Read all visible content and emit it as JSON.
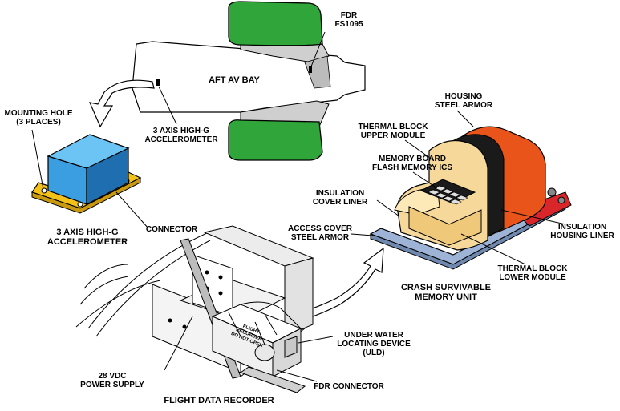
{
  "labels": {
    "fdr_fs": "FDR\nFS1095",
    "aft_av_bay": "AFT AV BAY",
    "accel_top": "3 AXIS HIGH-G\nACCELEROMETER",
    "mounting_hole": "MOUNTING HOLE\n(3 PLACES)",
    "accel_bottom": "3 AXIS HIGH-G\nACCELEROMETER",
    "connector": "CONNECTOR",
    "housing_steel_armor": "HOUSING\nSTEEL ARMOR",
    "thermal_upper": "THERMAL BLOCK\nUPPER MODULE",
    "memory_board": "MEMORY BOARD\nFLASH MEMORY ICS",
    "insulation_cover": "INSULATION\nCOVER LINER",
    "access_cover": "ACCESS COVER\nSTEEL ARMOR",
    "insulation_housing": "INSULATION\nHOUSING LINER",
    "thermal_lower": "THERMAL BLOCK\nLOWER MODULE",
    "csmu": "CRASH SURVIVABLE\nMEMORY UNIT",
    "uld": "UNDER WATER\nLOCATING DEVICE\n(ULD)",
    "power_supply": "28 VDC\nPOWER SUPPLY",
    "fdr_connector": "FDR CONNECTOR",
    "flight_data_recorder": "FLIGHT DATA RECORDER",
    "box_text": "FLIGHT\nRECORDER\nDO NOT OPEN"
  },
  "colors": {
    "engine_green": "#2fa53a",
    "cube_blue": "#3a9ee0",
    "cube_top": "#6cc4f4",
    "cube_side": "#1f6fb0",
    "base_yellow": "#f2c21b",
    "housing_orange": "#e8541a",
    "insulation_black": "#1a1a1a",
    "thermal_cream": "#f5d89a",
    "thermal_light": "#fde9b8",
    "plate_blue": "#9db4d6",
    "red_base": "#d8262b"
  }
}
